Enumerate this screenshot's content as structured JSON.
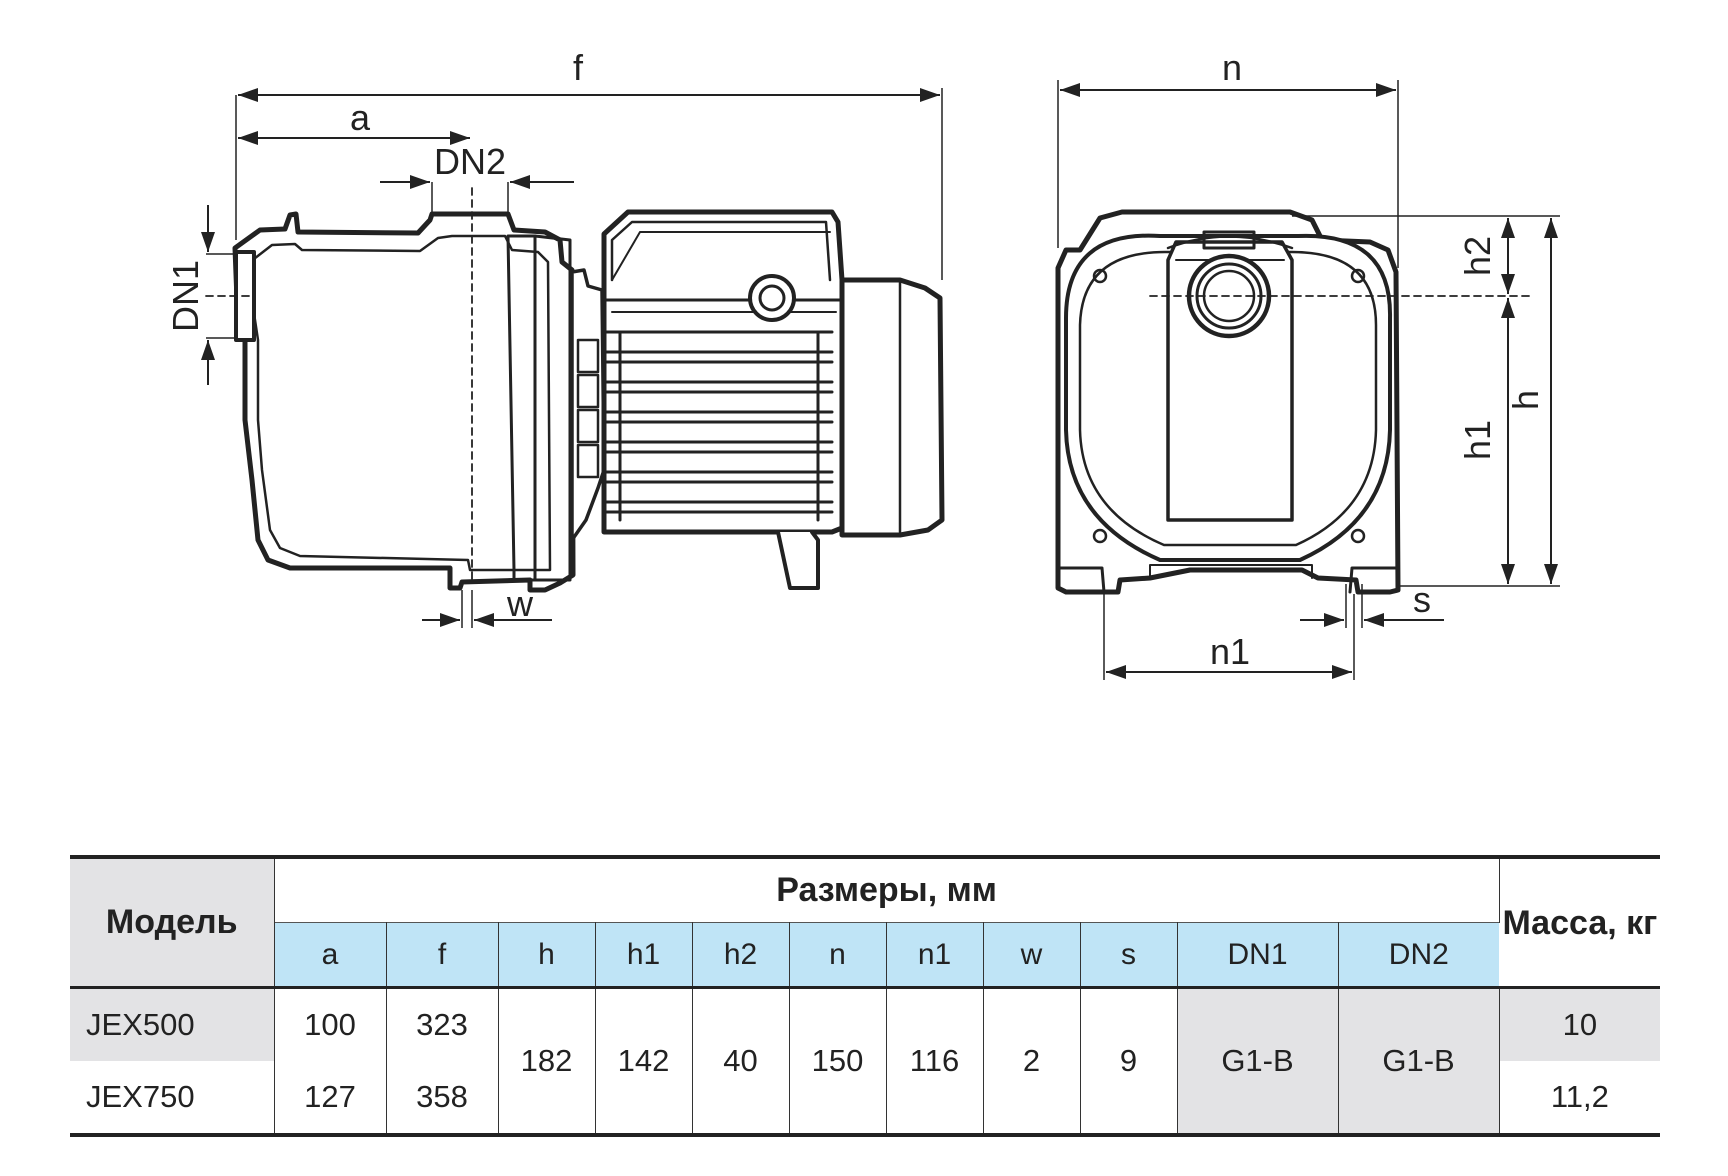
{
  "drawing": {
    "side_view_labels": {
      "f": "f",
      "a": "a",
      "dn2": "DN2",
      "dn1": "DN1",
      "w": "w"
    },
    "front_view_labels": {
      "n": "n",
      "h2": "h2",
      "h": "h",
      "h1": "h1",
      "s": "s",
      "n1": "n1"
    }
  },
  "table": {
    "model_header": "Модель",
    "sizes_header": "Размеры, мм",
    "mass_header": "Масса, кг",
    "params": [
      "a",
      "f",
      "h",
      "h1",
      "h2",
      "n",
      "n1",
      "w",
      "s",
      "DN1",
      "DN2"
    ],
    "rows": [
      {
        "model": "JEX500",
        "a": "100",
        "f": "323",
        "mass": "10"
      },
      {
        "model": "JEX750",
        "a": "127",
        "f": "358",
        "mass": "11,2"
      }
    ],
    "shared": {
      "h": "182",
      "h1": "142",
      "h2": "40",
      "n": "150",
      "n1": "116",
      "w": "2",
      "s": "9",
      "DN1": "G1-B",
      "DN2": "G1-B"
    }
  }
}
